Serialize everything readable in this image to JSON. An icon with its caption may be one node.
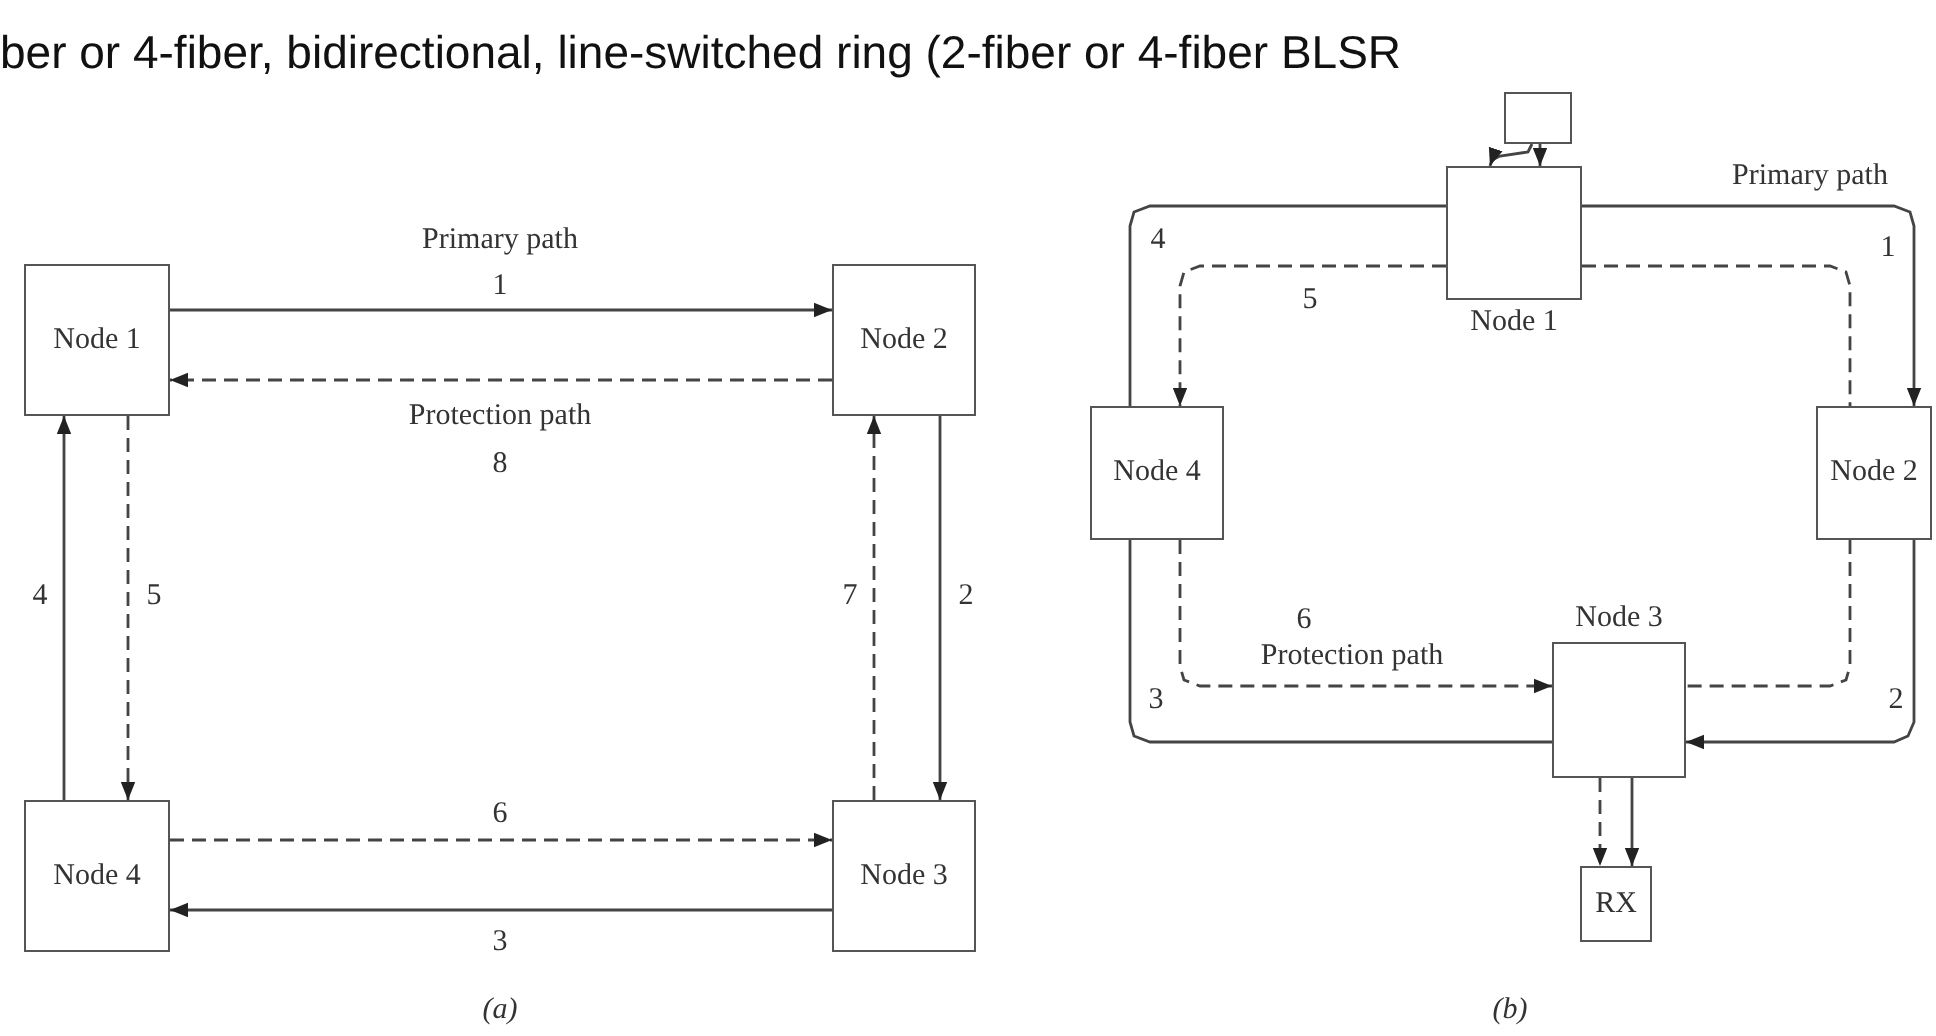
{
  "diagram": {
    "title": "ber or 4-fiber, bidirectional, line-switched ring (2-fiber or 4-fiber BLSR",
    "nodes": [
      {
        "text": [
          "Node 1"
        ]
      },
      {
        "text": [
          "Node 2"
        ]
      },
      {
        "text": [
          "Node 3"
        ]
      },
      {
        "text": [
          "Node 4"
        ]
      },
      {
        "text": [],
        "shape": "box"
      },
      {
        "text": [
          "Node 1"
        ]
      },
      {
        "text": [
          "Node 2"
        ]
      },
      {
        "text": [
          "Node 3"
        ]
      },
      {
        "text": [
          "Node 4"
        ]
      },
      {
        "text": [
          "RX"
        ]
      }
    ],
    "edges": [
      {
        "from": 0,
        "to": 1,
        "arrow": "to",
        "label": "1"
      },
      {
        "from": 1,
        "to": 0,
        "arrow": "to",
        "label": "8",
        "style": "dashed"
      },
      {
        "from": 3,
        "to": 0,
        "arrow": "to",
        "label": "4"
      },
      {
        "from": 0,
        "to": 3,
        "arrow": "to",
        "label": "5",
        "style": "dashed"
      },
      {
        "from": 3,
        "to": 2,
        "arrow": "to",
        "label": "6",
        "style": "dashed"
      },
      {
        "from": 2,
        "to": 3,
        "arrow": "to",
        "label": "3"
      },
      {
        "from": 2,
        "to": 1,
        "arrow": "to",
        "label": "7",
        "style": "dashed"
      },
      {
        "from": 1,
        "to": 2,
        "arrow": "to",
        "label": "2"
      },
      {
        "from": 4,
        "to": 5,
        "arrow": "to"
      },
      {
        "from": 4,
        "to": 5,
        "arrow": "to"
      },
      {
        "from": 5,
        "to": 6,
        "arrow": "to",
        "label": "1"
      },
      {
        "from": 6,
        "to": 7,
        "arrow": "to",
        "label": "2"
      },
      {
        "from": 7,
        "to": 8,
        "arrow": "none",
        "label": "3"
      },
      {
        "from": 8,
        "to": 5,
        "arrow": "none",
        "label": "4"
      },
      {
        "from": 5,
        "to": 8,
        "arrow": "to",
        "label": "5",
        "style": "dashed"
      },
      {
        "from": 8,
        "to": 7,
        "arrow": "to",
        "label": "6",
        "style": "dashed"
      },
      {
        "from": 5,
        "to": 6,
        "arrow": "none",
        "style": "dashed"
      },
      {
        "from": 6,
        "to": 7,
        "arrow": "none",
        "style": "dashed"
      },
      {
        "from": 7,
        "to": 9,
        "arrow": "to",
        "style": "dashed"
      },
      {
        "from": 7,
        "to": 9,
        "arrow": "to"
      }
    ],
    "labels": [
      "Primary path",
      "Protection path",
      "(a)",
      "Primary path",
      "Protection path",
      "(b)"
    ]
  }
}
